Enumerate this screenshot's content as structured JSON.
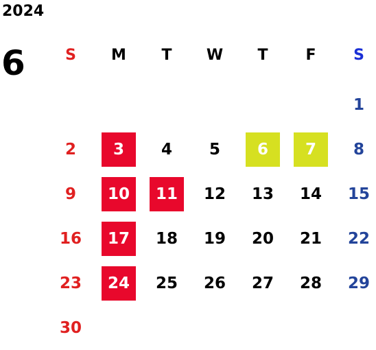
{
  "calendar": {
    "year": "2024",
    "month": "6",
    "weekdays": [
      "S",
      "M",
      "T",
      "W",
      "T",
      "F",
      "S"
    ],
    "first_weekday_index": 6,
    "days": [
      "1",
      "2",
      "3",
      "4",
      "5",
      "6",
      "7",
      "8",
      "9",
      "10",
      "11",
      "12",
      "13",
      "14",
      "15",
      "16",
      "17",
      "18",
      "19",
      "20",
      "21",
      "22",
      "23",
      "24",
      "25",
      "26",
      "27",
      "28",
      "29",
      "30"
    ],
    "highlight_red": [
      "3",
      "10",
      "11",
      "17",
      "24"
    ],
    "highlight_yellow": [
      "6",
      "7"
    ]
  },
  "colors": {
    "sunday": "#e02020",
    "saturday_header": "#1a2fd6",
    "saturday": "#23449a",
    "weekday": "#000000",
    "highlight_red_bg": "#e8082c",
    "highlight_yellow_bg": "#d6e021",
    "highlight_text": "#ffffff"
  }
}
